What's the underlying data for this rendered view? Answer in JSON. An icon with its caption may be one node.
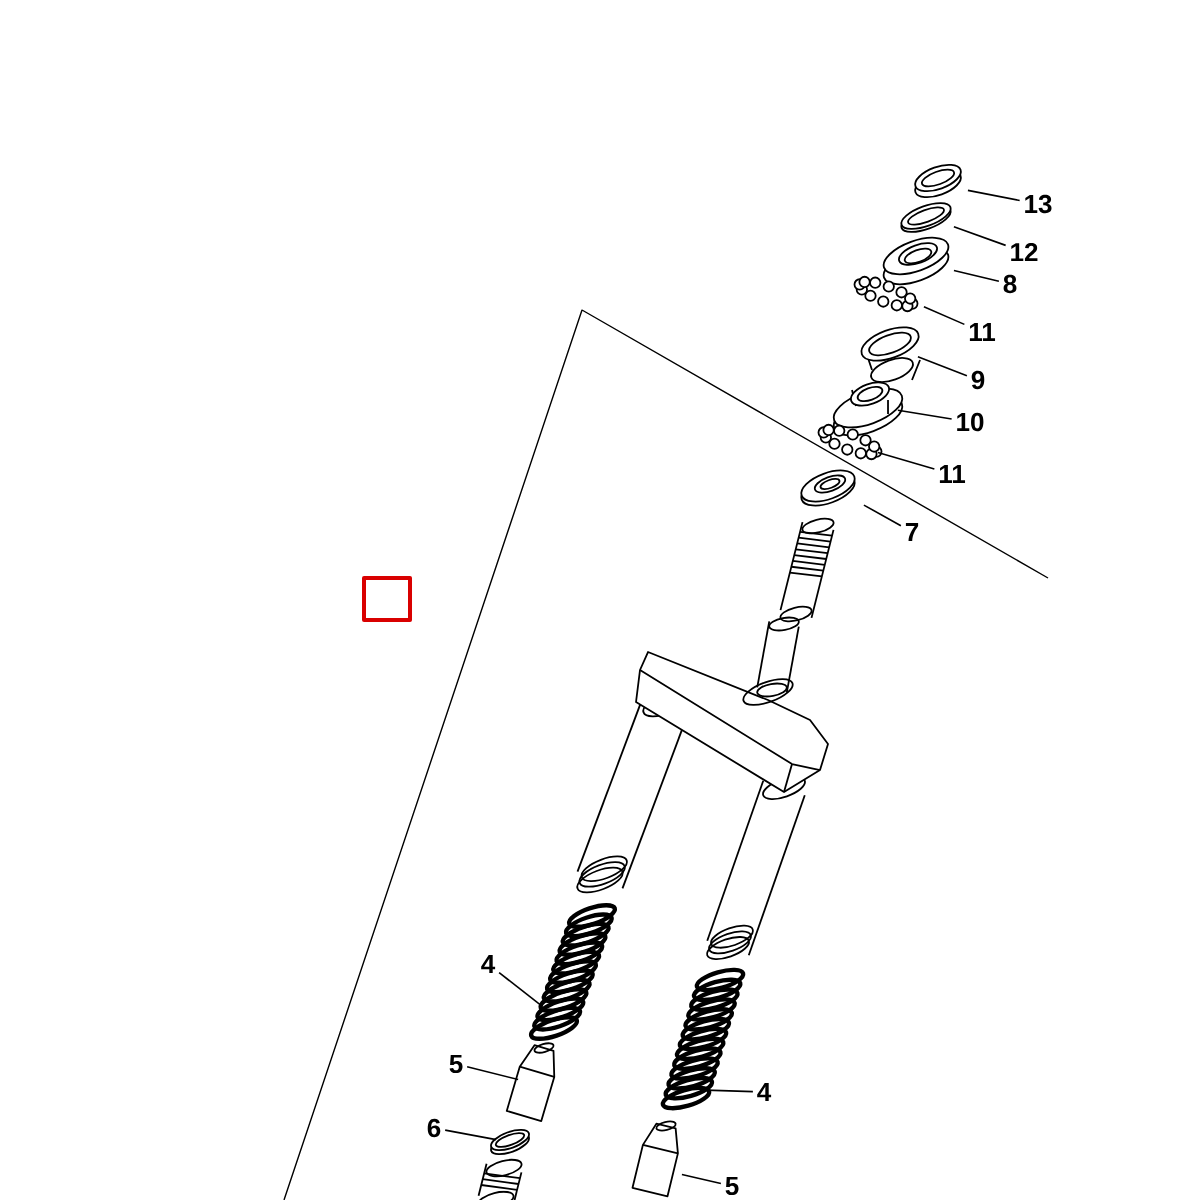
{
  "diagram": {
    "nodes": [
      {
        "text": [
          "13"
        ]
      },
      {
        "text": [
          "12"
        ]
      },
      {
        "text": [
          "8"
        ]
      },
      {
        "text": [
          "11"
        ]
      },
      {
        "text": [
          "9"
        ]
      },
      {
        "text": [
          "10"
        ]
      },
      {
        "text": [
          "11"
        ]
      },
      {
        "text": [
          "7"
        ]
      },
      {
        "text": [
          "4"
        ]
      },
      {
        "text": [
          "5"
        ]
      },
      {
        "text": [
          "6"
        ]
      },
      {
        "text": [
          "4"
        ]
      },
      {
        "text": [
          "5"
        ]
      },
      {
        "text": [],
        "shape": "picture"
      },
      {
        "text": [],
        "shape": "picture"
      },
      {
        "text": [],
        "shape": "picture"
      },
      {
        "text": [],
        "shape": "picture"
      },
      {
        "text": [],
        "shape": "picture"
      },
      {
        "text": [],
        "shape": "picture"
      },
      {
        "text": [],
        "shape": "picture"
      },
      {
        "text": [],
        "shape": "picture"
      },
      {
        "text": [],
        "shape": "picture"
      },
      {
        "text": [],
        "shape": "picture"
      },
      {
        "text": [],
        "shape": "picture"
      },
      {
        "text": [],
        "shape": "picture"
      },
      {
        "text": [],
        "shape": "picture"
      }
    ],
    "edges": [
      {
        "from": 0,
        "to": 13,
        "arrow": "none"
      },
      {
        "from": 1,
        "to": 14,
        "arrow": "none"
      },
      {
        "from": 2,
        "to": 15,
        "arrow": "none"
      },
      {
        "from": 3,
        "to": 16,
        "arrow": "none"
      },
      {
        "from": 4,
        "to": 17,
        "arrow": "none"
      },
      {
        "from": 5,
        "to": 18,
        "arrow": "none"
      },
      {
        "from": 6,
        "to": 19,
        "arrow": "none"
      },
      {
        "from": 7,
        "to": 20,
        "arrow": "none"
      },
      {
        "from": 8,
        "to": 21,
        "arrow": "none"
      },
      {
        "from": 9,
        "to": 22,
        "arrow": "none"
      },
      {
        "from": 10,
        "to": 23,
        "arrow": "none"
      },
      {
        "from": 11,
        "to": 24,
        "arrow": "none"
      },
      {
        "from": 12,
        "to": 25,
        "arrow": "none"
      }
    ]
  }
}
